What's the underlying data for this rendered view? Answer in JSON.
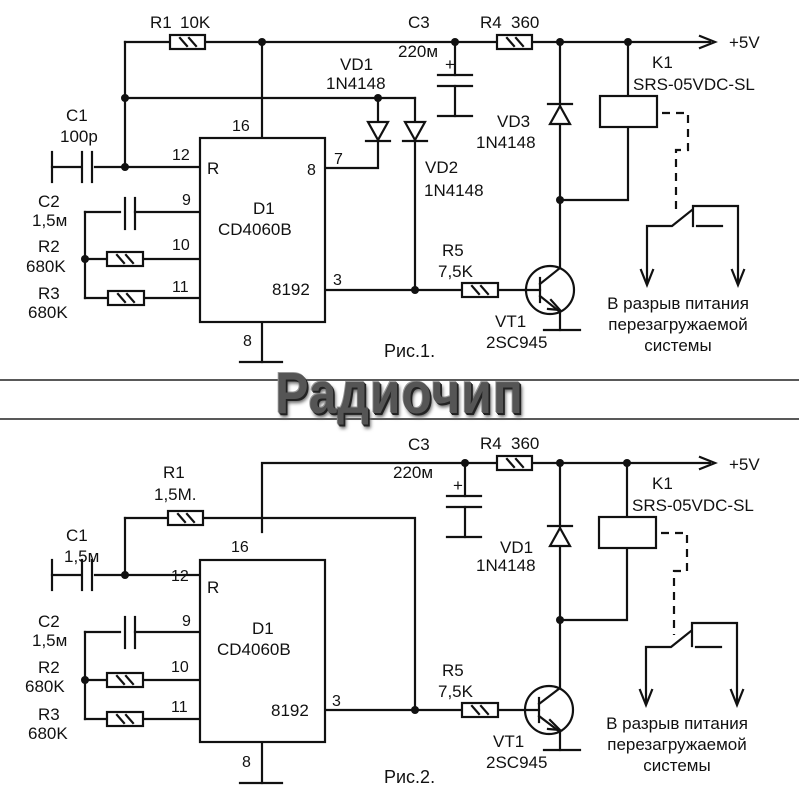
{
  "banner": {
    "title": "Радиочип"
  },
  "figures": [
    {
      "caption": "Рис.1.",
      "components": {
        "R1": {
          "ref": "R1",
          "value": "10K"
        },
        "C1": {
          "ref": "C1",
          "value": "100p"
        },
        "C2": {
          "ref": "C2",
          "value": "1,5м"
        },
        "R2": {
          "ref": "R2",
          "value": "680K"
        },
        "R3": {
          "ref": "R3",
          "value": "680K"
        },
        "C3": {
          "ref": "C3",
          "value": "220м"
        },
        "R4": {
          "ref": "R4",
          "value": "360"
        },
        "VD1": {
          "ref": "VD1",
          "value": "1N4148"
        },
        "VD2": {
          "ref": "VD2",
          "value": "1N4148"
        },
        "VD3": {
          "ref": "VD3",
          "value": "1N4148"
        },
        "D1": {
          "ref": "D1",
          "value": "CD4060B",
          "output_label": "8192",
          "reset_label": "R"
        },
        "R5": {
          "ref": "R5",
          "value": "7,5K"
        },
        "VT1": {
          "ref": "VT1",
          "value": "2SC945"
        },
        "K1": {
          "ref": "K1",
          "value": "SRS-05VDC-SL"
        }
      },
      "pins": {
        "p16": "16",
        "p12": "12",
        "p9": "9",
        "p10": "10",
        "p11": "11",
        "p8out": "8",
        "p7": "7",
        "p3": "3",
        "p8gnd": "8"
      },
      "supply": "+5V",
      "load_note": [
        "В разрыв питания",
        "перезагружаемой",
        "системы"
      ]
    },
    {
      "caption": "Рис.2.",
      "components": {
        "R1": {
          "ref": "R1",
          "value": "1,5М."
        },
        "C1": {
          "ref": "C1",
          "value": "1,5м"
        },
        "C2": {
          "ref": "C2",
          "value": "1,5м"
        },
        "R2": {
          "ref": "R2",
          "value": "680K"
        },
        "R3": {
          "ref": "R3",
          "value": "680K"
        },
        "C3": {
          "ref": "C3",
          "value": "220м"
        },
        "R4": {
          "ref": "R4",
          "value": "360"
        },
        "VD1": {
          "ref": "VD1",
          "value": "1N4148"
        },
        "D1": {
          "ref": "D1",
          "value": "CD4060B",
          "output_label": "8192",
          "reset_label": "R"
        },
        "R5": {
          "ref": "R5",
          "value": "7,5K"
        },
        "VT1": {
          "ref": "VT1",
          "value": "2SC945"
        },
        "K1": {
          "ref": "K1",
          "value": "SRS-05VDC-SL"
        }
      },
      "pins": {
        "p16": "16",
        "p12": "12",
        "p9": "9",
        "p10": "10",
        "p11": "11",
        "p3": "3",
        "p8gnd": "8"
      },
      "supply": "+5V",
      "load_note": [
        "В разрыв питания",
        "перезагружаемой",
        "системы"
      ]
    }
  ]
}
